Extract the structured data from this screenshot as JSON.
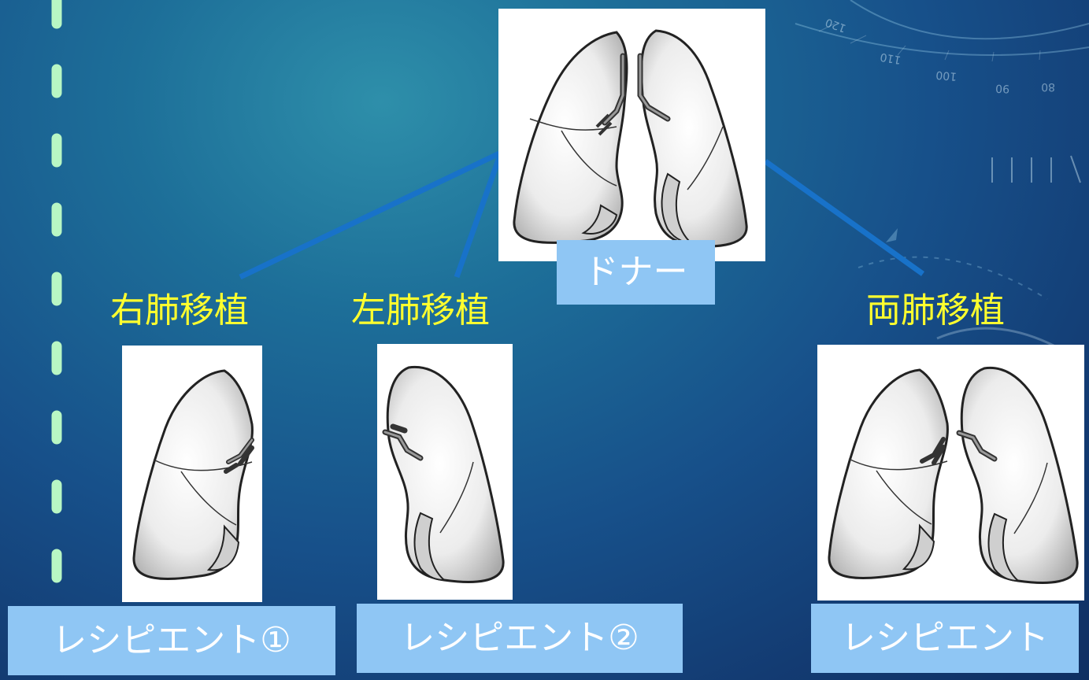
{
  "donor": {
    "label": "ドナー"
  },
  "procedures": [
    {
      "title": "右肺移植",
      "recipient": "レシピエント①"
    },
    {
      "title": "左肺移植",
      "recipient": "レシピエント②"
    },
    {
      "title": "両肺移植",
      "recipient": "レシピエント"
    }
  ],
  "colors": {
    "title_text": "#ffff2e",
    "tag_background": "#8fc6f4",
    "connector": "#1872c9",
    "dash": "#b8f7c4"
  },
  "decor": {
    "dial_ticks": [
      "120",
      "110",
      "100",
      "90",
      "80"
    ]
  }
}
